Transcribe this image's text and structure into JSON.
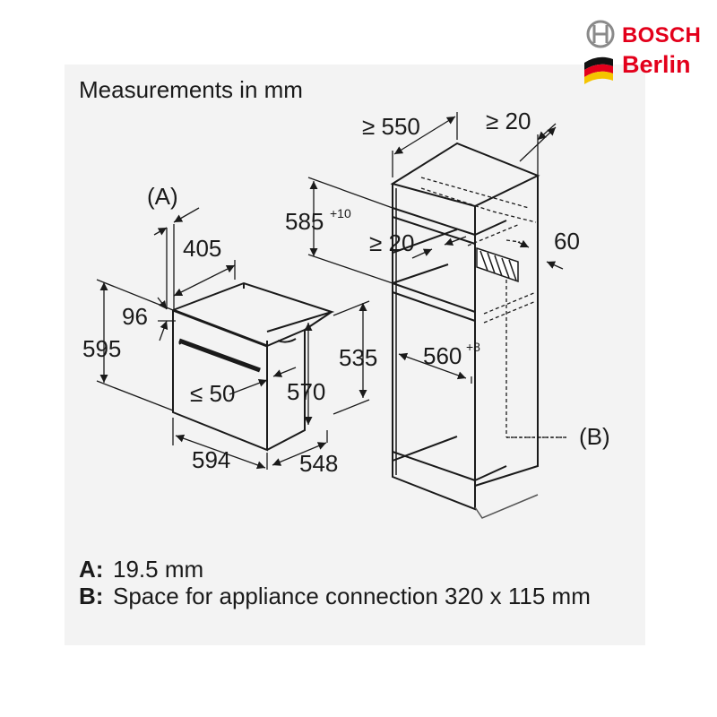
{
  "brand": {
    "name": "BOSCH",
    "city": "Berlin",
    "accent_color": "#e3001b"
  },
  "title": "Measurements in mm",
  "labels": {
    "a_marker": "(A)",
    "b_marker": "(B)",
    "d405": "405",
    "d96": "96",
    "d595": "595",
    "d535": "535",
    "d570": "570",
    "le50": "≤ 50",
    "d594": "594",
    "d548": "548",
    "ge550": "≥ 550",
    "ge20_top": "≥ 20",
    "d585": "585",
    "tol585": "+10",
    "ge20_mid": "≥ 20",
    "d60": "60",
    "d560": "560",
    "tol560": "+8"
  },
  "legend": [
    {
      "key": "A:",
      "text": "19.5 mm"
    },
    {
      "key": "B:",
      "text": "Space for appliance connection 320 x 115 mm"
    }
  ]
}
